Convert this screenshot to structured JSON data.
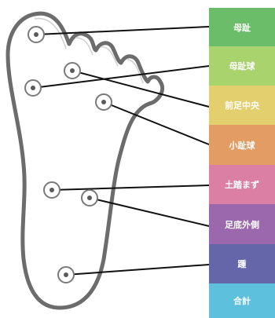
{
  "zones": [
    {
      "label": "母趾",
      "color": "#6cbd6a"
    },
    {
      "label": "母趾球",
      "color": "#a9d36d"
    },
    {
      "label": "前足中央",
      "color": "#e3cf6d"
    },
    {
      "label": "小趾球",
      "color": "#e39c64"
    },
    {
      "label": "土踏まず",
      "color": "#dc7fa5"
    },
    {
      "label": "足底外側",
      "color": "#9b67ad"
    },
    {
      "label": "踵",
      "color": "#6466a9"
    },
    {
      "label": "合計",
      "color": "#5dc0dd"
    }
  ]
}
